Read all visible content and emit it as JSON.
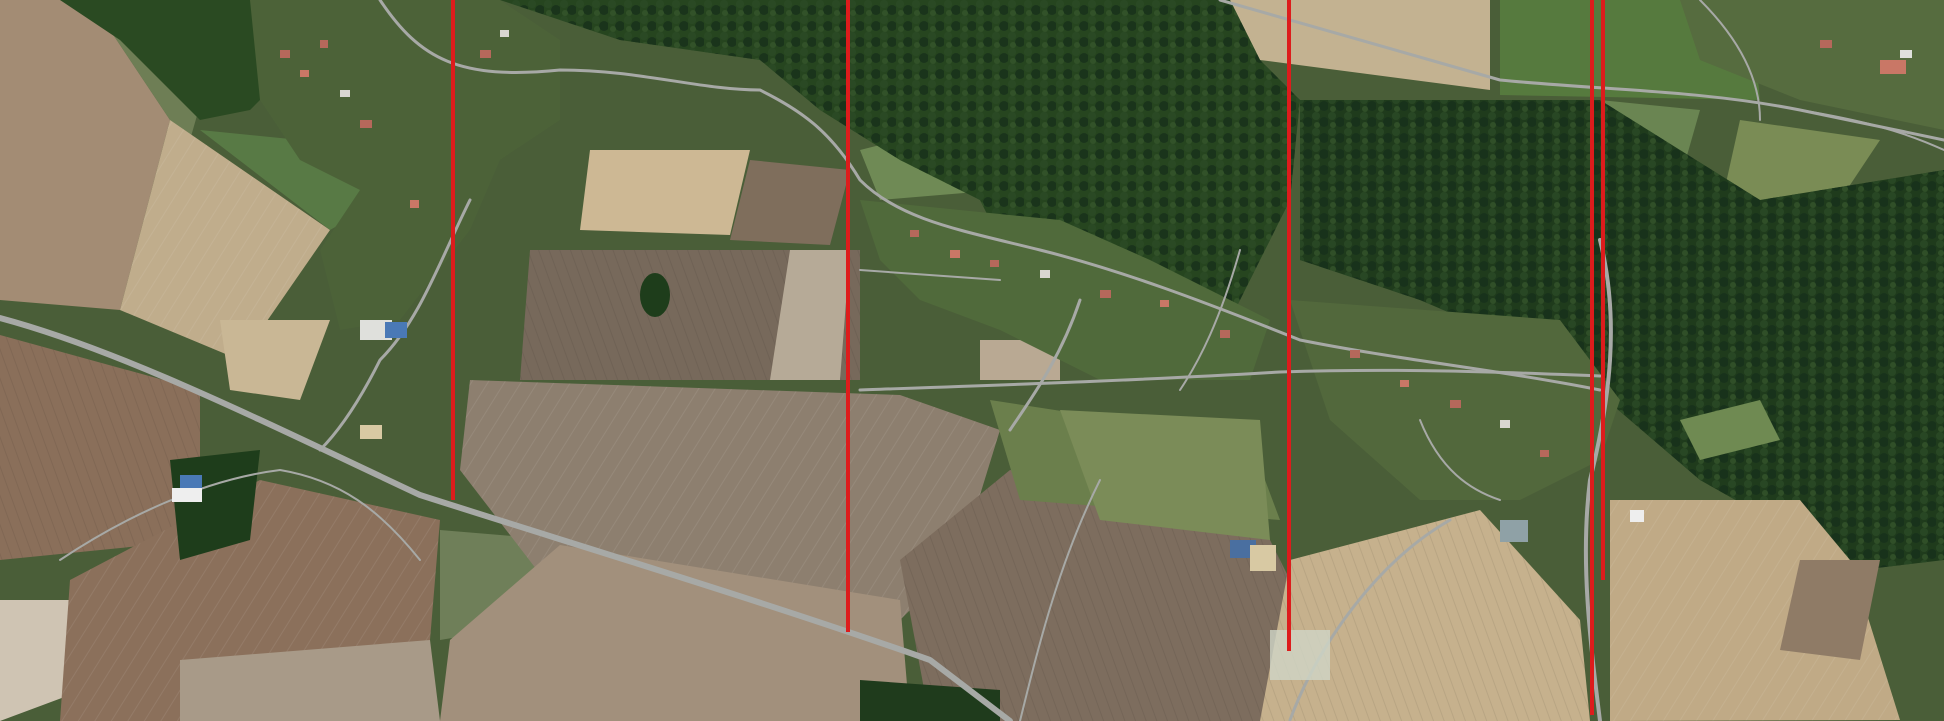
{
  "map": {
    "type": "aerial-imagery",
    "overlay": {
      "kind": "vertical-lines",
      "count": 5,
      "color": "#dd1c1c"
    },
    "palette": {
      "field_light": "#b8a588",
      "field_dark": "#8a7a67",
      "field_brown": "#7a6652",
      "field_green": "#6f8157",
      "forest": "#1f3d1e",
      "vegetation": "#3b5a2e",
      "road": "#a7a9a6",
      "roof": "#b6685b",
      "building_white": "#e8e8e8"
    }
  }
}
